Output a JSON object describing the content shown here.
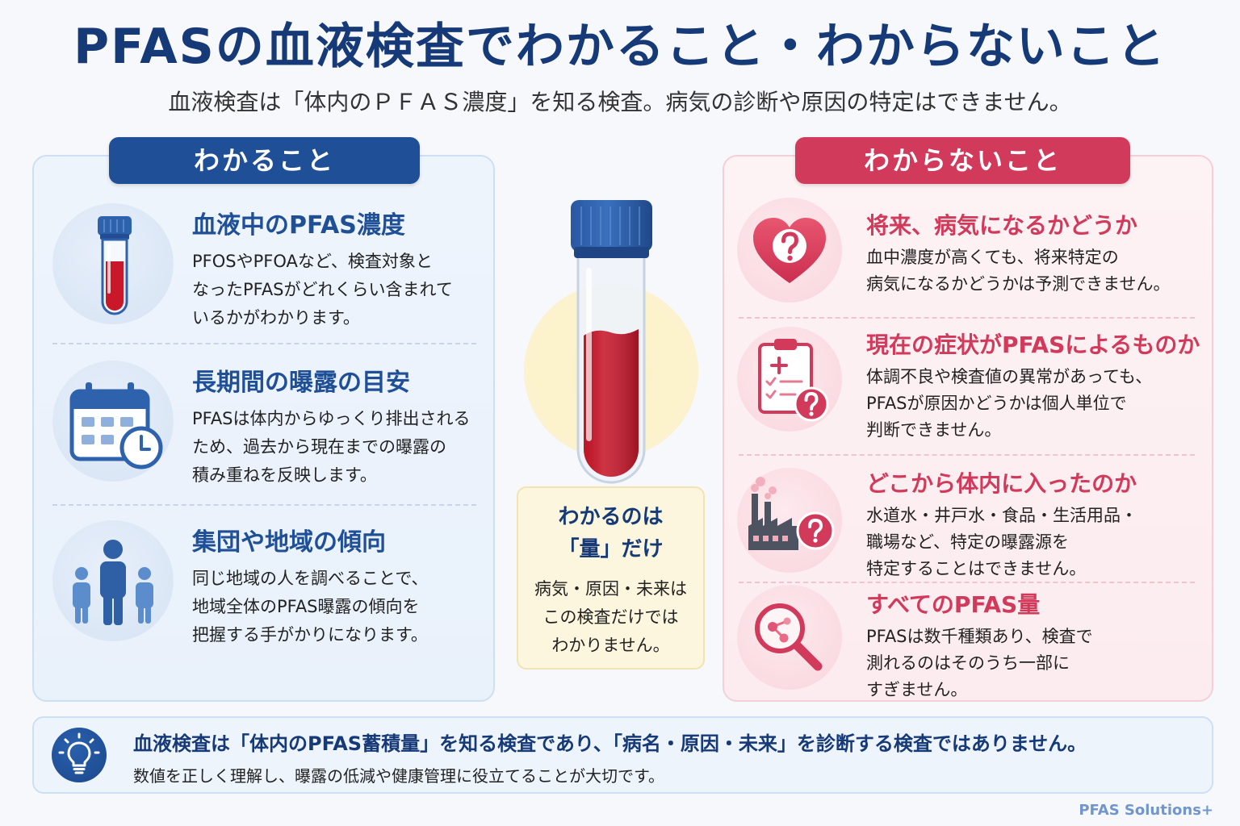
{
  "title": "PFASの血液検査でわかること・わからないこと",
  "subtitle": "血液検査は「体内のＰＦＡＳ濃度」を知る検査。病気の診断や原因の特定はできません。",
  "colors": {
    "navy": "#163a78",
    "known_accent": "#1f4f96",
    "unknown_accent": "#d23a5b",
    "blood_red": "#c8182a",
    "center_box": "#fdf6de"
  },
  "known": {
    "header": "わかること",
    "items": [
      {
        "icon": "test-tube-icon",
        "title": "血液中のPFAS濃度",
        "lines": [
          "PFOSやPFOAなど、検査対象と",
          "なったPFASがどれくらい含まれて",
          "いるかがわかります。"
        ]
      },
      {
        "icon": "calendar-clock-icon",
        "title": "長期間の曝露の目安",
        "lines": [
          "PFASは体内からゆっくり排出される",
          "ため、過去から現在までの曝露の",
          "積み重ねを反映します。"
        ]
      },
      {
        "icon": "people-group-icon",
        "title": "集団や地域の傾向",
        "lines": [
          "同じ地域の人を調べることで、",
          "地域全体のPFAS曝露の傾向を",
          "把握する手がかりになります。"
        ]
      }
    ]
  },
  "center": {
    "icon": "blood-test-tube-icon",
    "heading_lines": [
      "わかるのは",
      "「量」だけ"
    ],
    "body_lines": [
      "病気・原因・未来は",
      "この検査だけでは",
      "わかりません。"
    ]
  },
  "unknown": {
    "header": "わからないこと",
    "items": [
      {
        "icon": "heart-question-icon",
        "title": "将来、病気になるかどうか",
        "lines": [
          "血中濃度が高くても、将来特定の",
          "病気になるかどうかは予測できません。"
        ]
      },
      {
        "icon": "clipboard-question-icon",
        "title": "現在の症状がPFASによるものか",
        "lines": [
          "体調不良や検査値の異常があっても、",
          "PFASが原因かどうかは個人単位で",
          "判断できません。"
        ]
      },
      {
        "icon": "factory-question-icon",
        "title": "どこから体内に入ったのか",
        "lines": [
          "水道水・井戸水・食品・生活用品・",
          "職場など、特定の曝露源を",
          "特定することはできません。"
        ]
      },
      {
        "icon": "magnifier-molecule-icon",
        "title": "すべてのPFAS量",
        "lines": [
          "PFASは数千種類あり、検査で",
          "測れるのはそのうち一部に",
          "すぎません。"
        ]
      }
    ]
  },
  "summary": {
    "icon": "lightbulb-icon",
    "main": "血液検査は「体内のPFAS蓄積量」を知る検査であり、「病名・原因・未来」を診断する検査ではありません。",
    "sub": "数値を正しく理解し、曝露の低減や健康管理に役立てることが大切です。"
  },
  "footer": {
    "brand": "PFAS Solutions+"
  }
}
